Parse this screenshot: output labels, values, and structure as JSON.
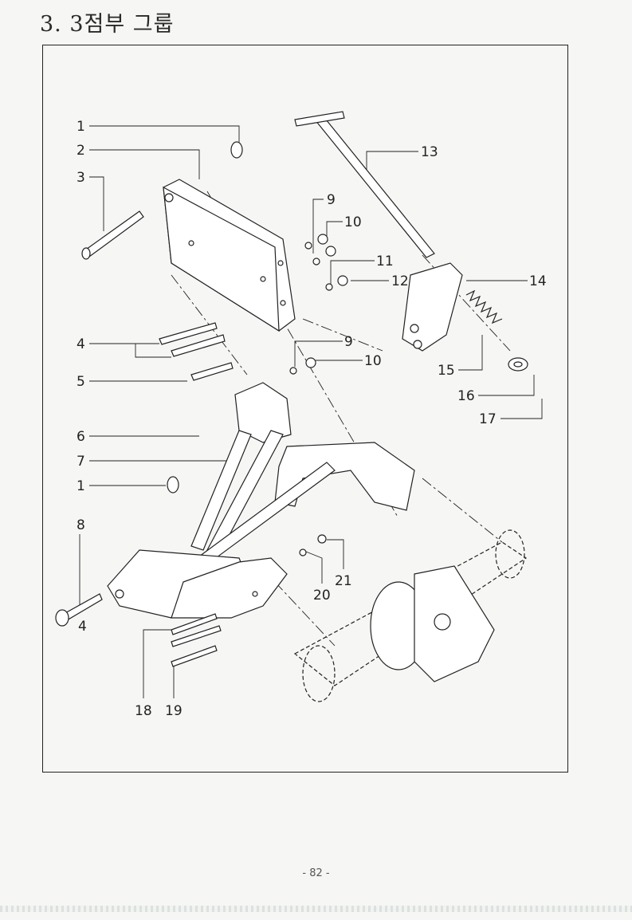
{
  "title": "3. 3점부 그룹",
  "page_number": "- 82 -",
  "diagram": {
    "callouts": [
      {
        "id": "c1a",
        "label": "1"
      },
      {
        "id": "c2",
        "label": "2"
      },
      {
        "id": "c3",
        "label": "3"
      },
      {
        "id": "c4a",
        "label": "4"
      },
      {
        "id": "c5",
        "label": "5"
      },
      {
        "id": "c6",
        "label": "6"
      },
      {
        "id": "c7",
        "label": "7"
      },
      {
        "id": "c1b",
        "label": "1"
      },
      {
        "id": "c8",
        "label": "8"
      },
      {
        "id": "c4b",
        "label": "4"
      },
      {
        "id": "c9a",
        "label": "9"
      },
      {
        "id": "c10a",
        "label": "10"
      },
      {
        "id": "c11",
        "label": "11"
      },
      {
        "id": "c12",
        "label": "12"
      },
      {
        "id": "c13",
        "label": "13"
      },
      {
        "id": "c14",
        "label": "14"
      },
      {
        "id": "c15",
        "label": "15"
      },
      {
        "id": "c16",
        "label": "16"
      },
      {
        "id": "c17",
        "label": "17"
      },
      {
        "id": "c9b",
        "label": "9"
      },
      {
        "id": "c10b",
        "label": "10"
      },
      {
        "id": "c18",
        "label": "18"
      },
      {
        "id": "c19",
        "label": "19"
      },
      {
        "id": "c20",
        "label": "20"
      },
      {
        "id": "c21",
        "label": "21"
      }
    ]
  }
}
